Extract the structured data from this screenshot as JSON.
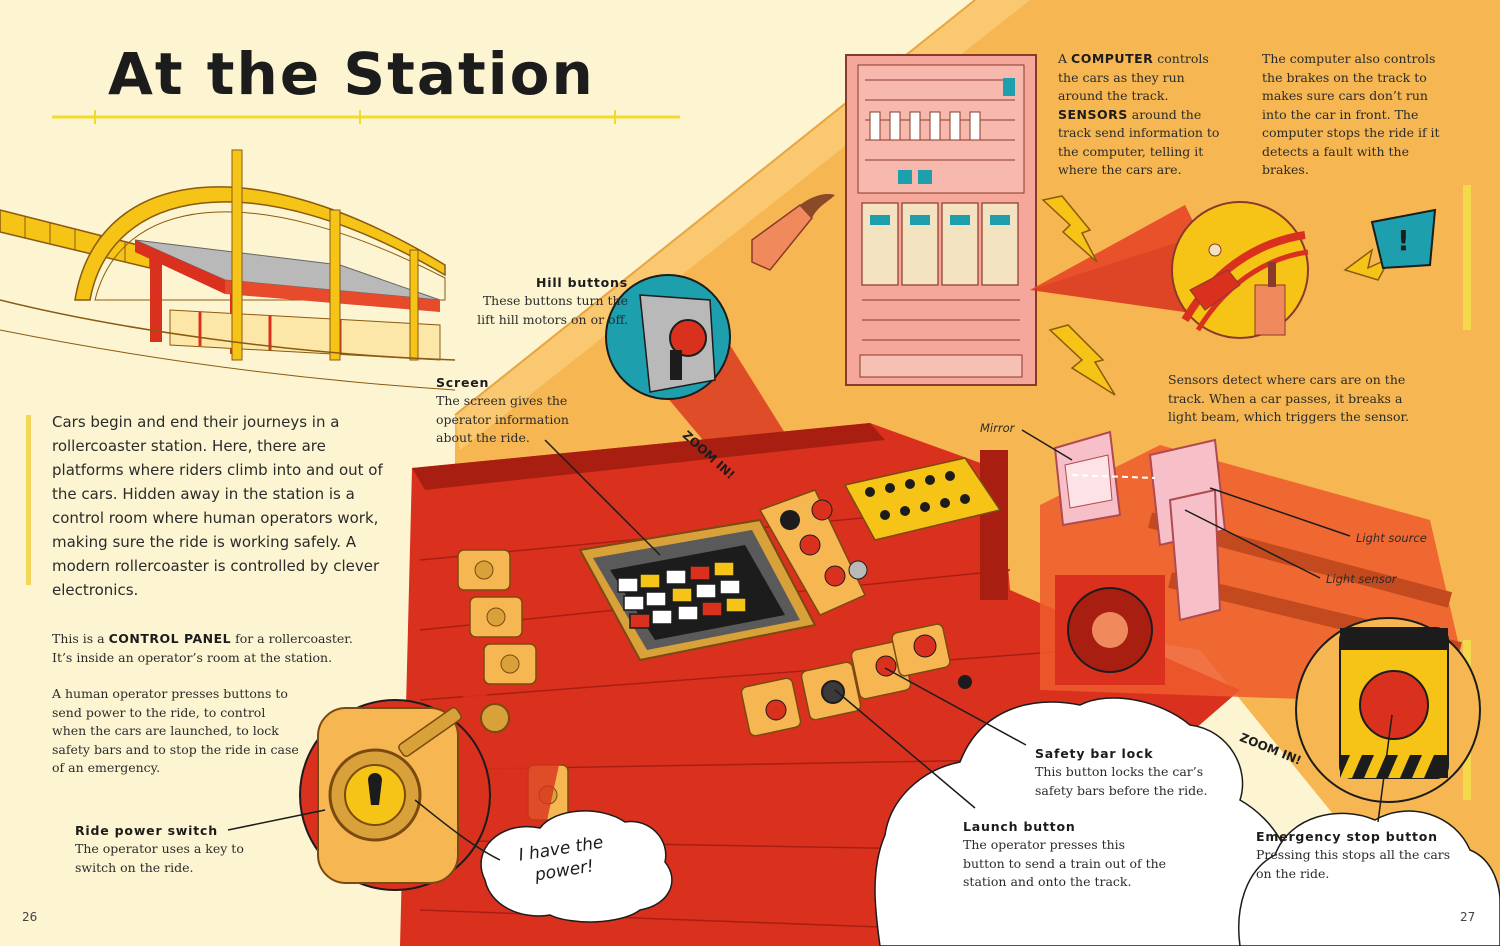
{
  "title": "At the Station",
  "intro": "Cars begin and end their journeys in a rollercoaster station. Here, there are platforms where riders climb into and out of the cars. Hidden away in the station is a control room where human operators work, making sure the ride is working safely. A modern rollercoaster is controlled by clever electronics.",
  "control_panel": {
    "pre": "This is a ",
    "term": "CONTROL PANEL",
    "post": " for a rollercoaster. It’s inside an operator’s room at the station."
  },
  "operator_text": "A human operator presses buttons to send power to the ride, to control when the cars are launched, to lock safety bars and to stop the ride in case of an emergency.",
  "ride_power": {
    "heading": "Ride power switch",
    "text": "The operator uses a key to switch on the ride."
  },
  "speech_bubble": {
    "line1": "I have the",
    "line2": "power!"
  },
  "hill_buttons": {
    "heading": "Hill buttons",
    "text": "These buttons turn the lift hill motors on or off."
  },
  "screen": {
    "heading": "Screen",
    "text": "The screen gives the operator information about the ride."
  },
  "computer": {
    "a": "A ",
    "term1": "COMPUTER",
    "b": " controls the cars as they run around the track. ",
    "term2": "SENSORS",
    "c": " around the track send information to the computer, telling it where the cars are."
  },
  "brakes_text": "The computer also controls the brakes on the track to makes sure cars don’t run into the car in front. The computer stops the ride if it detects a fault with the brakes.",
  "sensors_text": "Sensors detect where cars are on the track. When a car passes, it breaks a light beam, which triggers the sensor.",
  "labels": {
    "mirror": "Mirror",
    "light_source": "Light source",
    "light_sensor": "Light sensor"
  },
  "safety_bar": {
    "heading": "Safety bar lock",
    "text": "This button locks the car’s safety bars before the ride."
  },
  "launch": {
    "heading": "Launch button",
    "text": "The operator presses this button to send a train out of the station and onto the track."
  },
  "emergency": {
    "heading": "Emergency stop button",
    "text": "Pressing this stops all the cars on the ride."
  },
  "zoom_label": "ZOOM IN!",
  "exclaim": "!",
  "page_left": "26",
  "page_right": "27",
  "colors": {
    "cream": "#fdf5d2",
    "orange": "#f6b752",
    "red": "#d9311e",
    "yellow": "#f5c416",
    "teal": "#1e9fae",
    "ink": "#1c1c1c"
  }
}
